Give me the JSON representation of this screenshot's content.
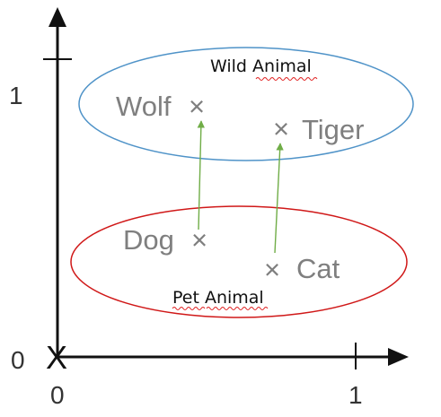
{
  "axes": {
    "x_tick_labels": [
      "0",
      "1"
    ],
    "y_tick_labels": [
      "0",
      "1"
    ],
    "origin_marker": "X"
  },
  "groups": [
    {
      "id": "wild",
      "label": "Wild Animal",
      "color": "#4f93c8"
    },
    {
      "id": "pet",
      "label": "Pet Animal",
      "color": "#d01818"
    }
  ],
  "points": [
    {
      "id": "wolf",
      "label": "Wolf",
      "marker": "×",
      "group": "wild"
    },
    {
      "id": "tiger",
      "label": "Tiger",
      "marker": "×",
      "group": "wild"
    },
    {
      "id": "dog",
      "label": "Dog",
      "marker": "×",
      "group": "pet"
    },
    {
      "id": "cat",
      "label": "Cat",
      "marker": "×",
      "group": "pet"
    }
  ],
  "arrows": [
    {
      "from": "dog",
      "to": "wolf",
      "color": "#70ad47"
    },
    {
      "from": "cat",
      "to": "tiger",
      "color": "#70ad47"
    }
  ],
  "colors": {
    "axis": "#111111",
    "point_text": "#7f7f7f",
    "squiggle": "#e02020"
  }
}
